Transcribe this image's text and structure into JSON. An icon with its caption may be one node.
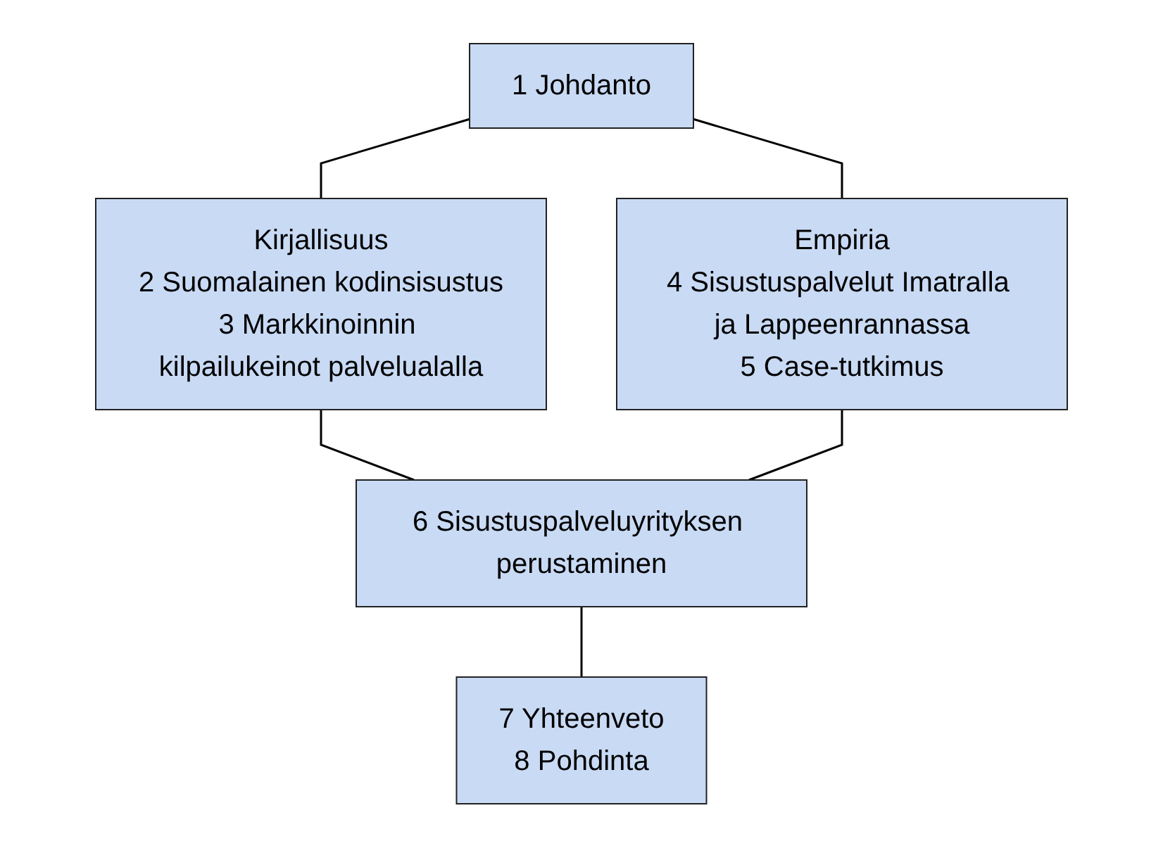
{
  "diagram": {
    "nodes": [
      {
        "text": [
          "1 Johdanto"
        ]
      },
      {
        "text": [
          "Kirjallisuus",
          "2 Suomalainen kodinsisustus",
          "3 Markkinoinnin kilpailukeinot palvelualalla"
        ]
      },
      {
        "text": [
          "Empiria",
          "4 Sisustuspalvelut Imatralla ja Lappeenrannassa",
          "5 Case-tutkimus"
        ]
      },
      {
        "text": [
          "6 Sisustuspalveluyrityksen perustaminen"
        ]
      },
      {
        "text": [
          "7 Yhteenveto",
          "8 Pohdinta"
        ]
      }
    ],
    "edges": [
      {
        "from": 0,
        "to": 1,
        "arrow": "none"
      },
      {
        "from": 0,
        "to": 2,
        "arrow": "none"
      },
      {
        "from": 1,
        "to": 3,
        "arrow": "none"
      },
      {
        "from": 2,
        "to": 3,
        "arrow": "none"
      },
      {
        "from": 3,
        "to": 4,
        "arrow": "none"
      }
    ]
  }
}
